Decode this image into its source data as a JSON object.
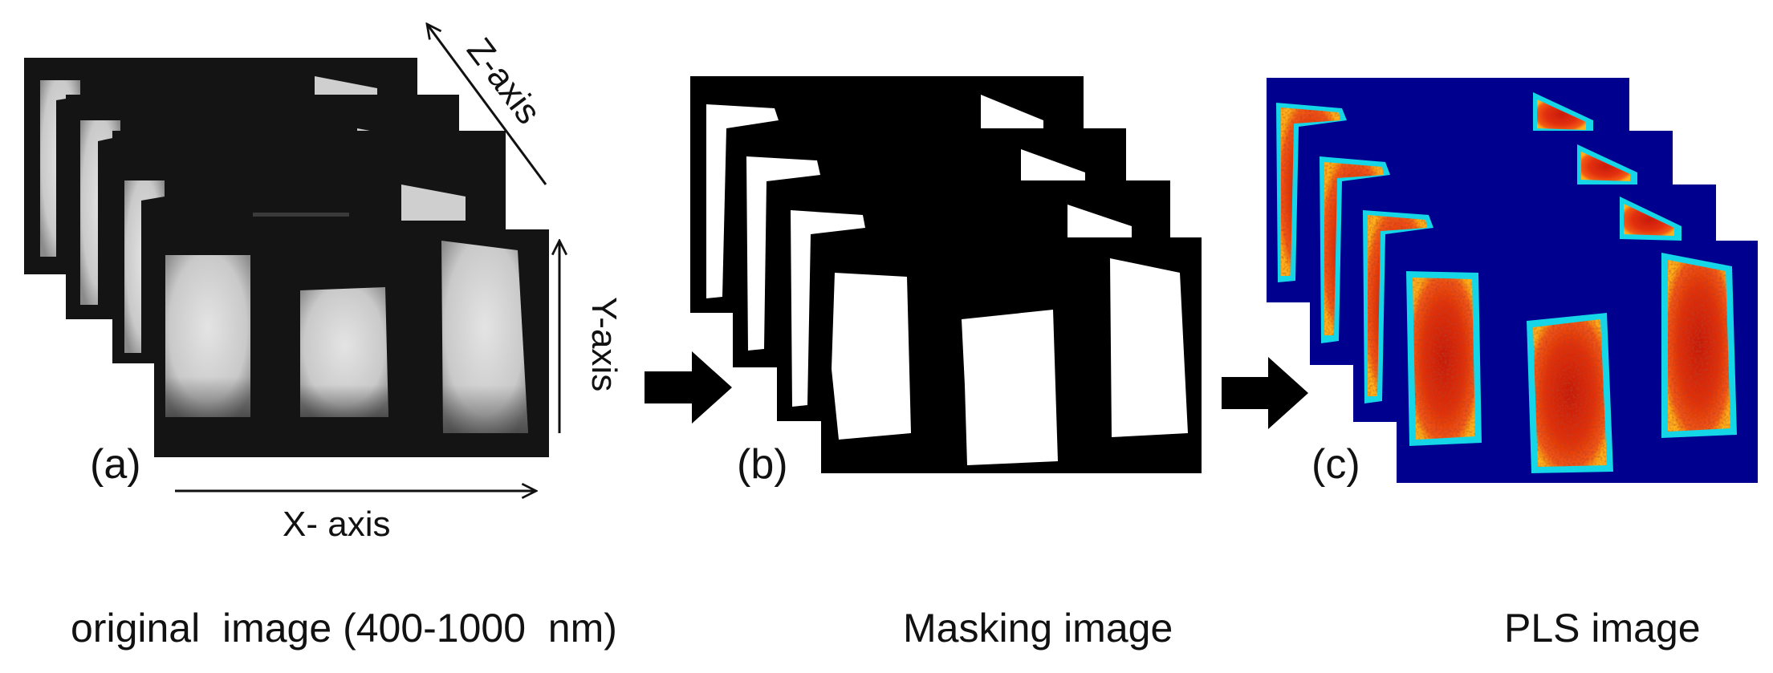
{
  "panels": [
    {
      "id": "a",
      "letter": "(a)",
      "caption": "original  image (400-1000  nm)"
    },
    {
      "id": "b",
      "letter": "(b)",
      "caption": "Masking image"
    },
    {
      "id": "c",
      "letter": "(c)",
      "caption": "PLS image"
    }
  ],
  "axes": {
    "x": "X- axis",
    "y": "Y-axis",
    "z": "Z-axis"
  },
  "colors": {
    "frame_dark": "#141414",
    "sample_gray": "#cfcfcf",
    "mask_white": "#ffffff",
    "mask_black": "#000000",
    "pls_background": "#00008e",
    "pls_edge": "#14d6e6",
    "pls_core": "#e1280f",
    "pls_mid": "#ff9a16",
    "arrow": "#000000"
  },
  "icons": [
    "flow-arrow-icon",
    "axis-arrow-icon"
  ]
}
